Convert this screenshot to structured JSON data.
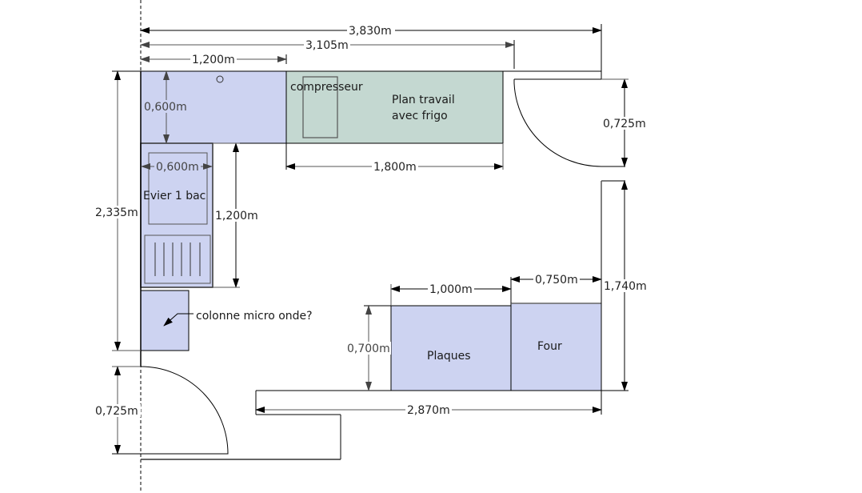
{
  "plan": {
    "title": "Kitchen floor plan",
    "colors": {
      "furniture_blue": "#cdd3f1",
      "worktop_green": "#c4d8d1",
      "wall": "#000000",
      "dim_line_dark": "#000000",
      "dim_line_grey": "#555555"
    },
    "labels": {
      "compresseur": "compresseur",
      "plan_travail_1": "Plan travail",
      "plan_travail_2": "avec frigo",
      "evier": "Evier 1 bac",
      "colonne": "colonne micro onde?",
      "plaques": "Plaques",
      "four": "Four"
    },
    "dimensions": {
      "total_width": "3,830m",
      "to_door": "3,105m",
      "corner_unit_width": "1,200m",
      "corner_unit_depth": "0,600m",
      "sink_width": "0,600m",
      "sink_run_length": "1,200m",
      "left_wall_height": "2,335m",
      "worktop_length": "1,800m",
      "right_door": "0,725m",
      "right_wall": "1,740m",
      "plaques_width": "1,000m",
      "four_width": "0,750m",
      "plaques_depth": "0,700m",
      "bottom_run": "2,870m",
      "left_door": "0,725m"
    }
  }
}
